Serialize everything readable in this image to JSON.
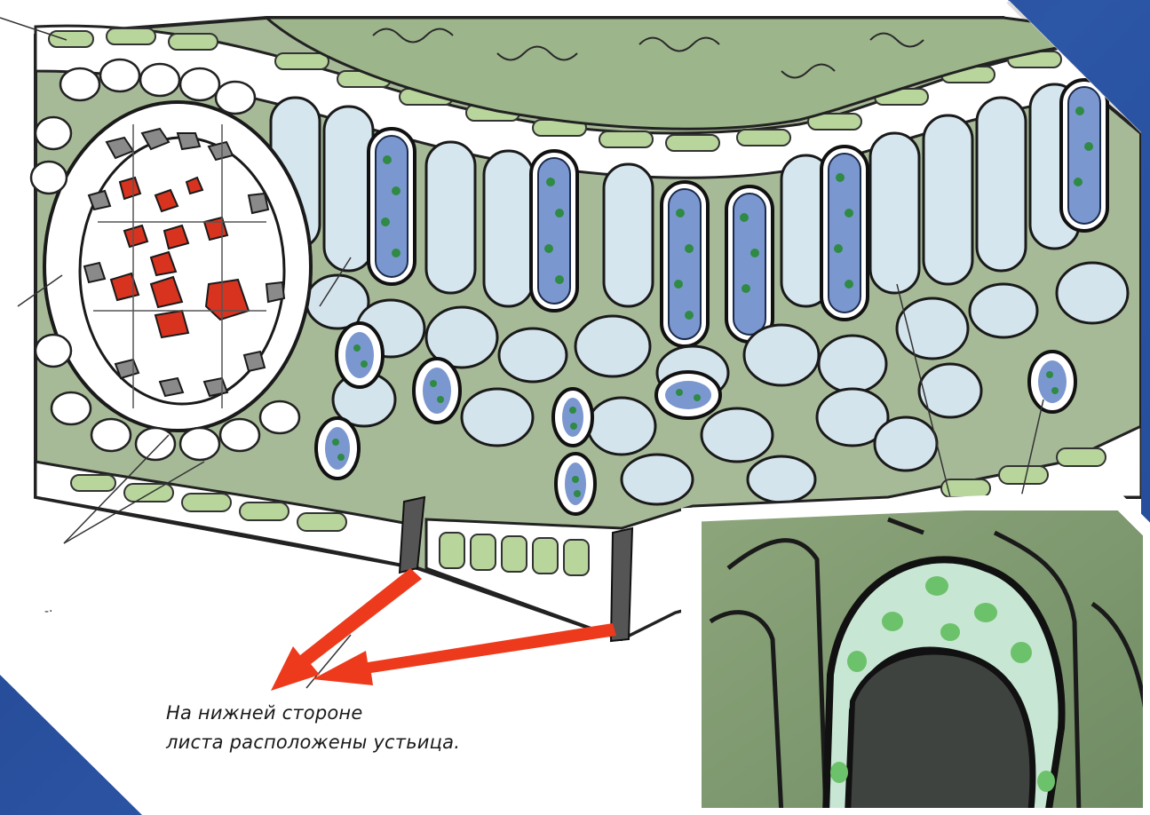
{
  "caption": {
    "line1": "На нижней стороне",
    "line2": "листа расположены устьица."
  },
  "colors": {
    "background_blue": "#2a55a5",
    "paper": "#ffffff",
    "chlorophyll_green": "#6ea85a",
    "cell_blue": "#cfe0ea",
    "guard_cell_blue": "#6f8fc8",
    "xylem_red": "#d8331f",
    "arrow_red": "#ee3a1c",
    "leaf_green": "#8ea57a"
  },
  "diagram": {
    "subject": "leaf-cross-section",
    "inset_subject": "stoma-close-up"
  }
}
